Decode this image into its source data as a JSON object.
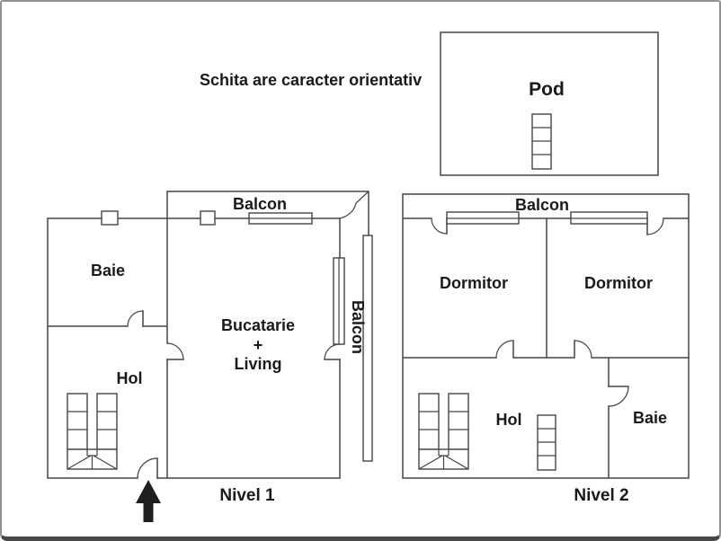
{
  "note": "Schita are caracter orientativ",
  "attic": {
    "label": "Pod"
  },
  "level1": {
    "name": "Nivel 1",
    "balcon_top": "Balcon",
    "balcon_side": "Balcon",
    "baie": "Baie",
    "hol": "Hol",
    "kitchen_line1": "Bucatarie",
    "kitchen_line2": "+",
    "kitchen_line3": "Living"
  },
  "level2": {
    "name": "Nivel 2",
    "balcon": "Balcon",
    "dormitor_left": "Dormitor",
    "dormitor_right": "Dormitor",
    "hol": "Hol",
    "baie": "Baie"
  },
  "colors": {
    "wall": "#454545",
    "text": "#1a1a1a",
    "background": "#ffffff",
    "frame_border": "#919191",
    "frame_bottom": "#474747",
    "entrance_arrow": "#1f1f1f"
  }
}
